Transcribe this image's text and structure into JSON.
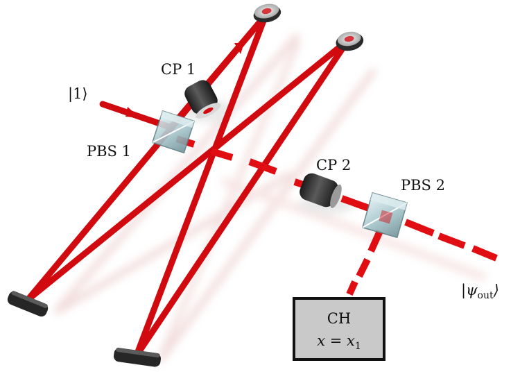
{
  "labels": {
    "input_state": "|1⟩",
    "cp1": "CP 1",
    "pbs1": "PBS 1",
    "cp2": "CP 2",
    "pbs2": "PBS 2",
    "output_state_prefix": "|ψ",
    "output_state_sub": "out",
    "output_state_suffix": "⟩",
    "ch_title": "CH",
    "ch_condition": "x = x",
    "ch_condition_sub": "1"
  },
  "colors": {
    "beam": "#d10a10",
    "beam_shadow": "#e8b8b8",
    "mirror": "#2b2b2b",
    "cube": "#a9c9cf",
    "ch_box_fill": "#c9c9c9",
    "ch_box_border": "#111111"
  }
}
